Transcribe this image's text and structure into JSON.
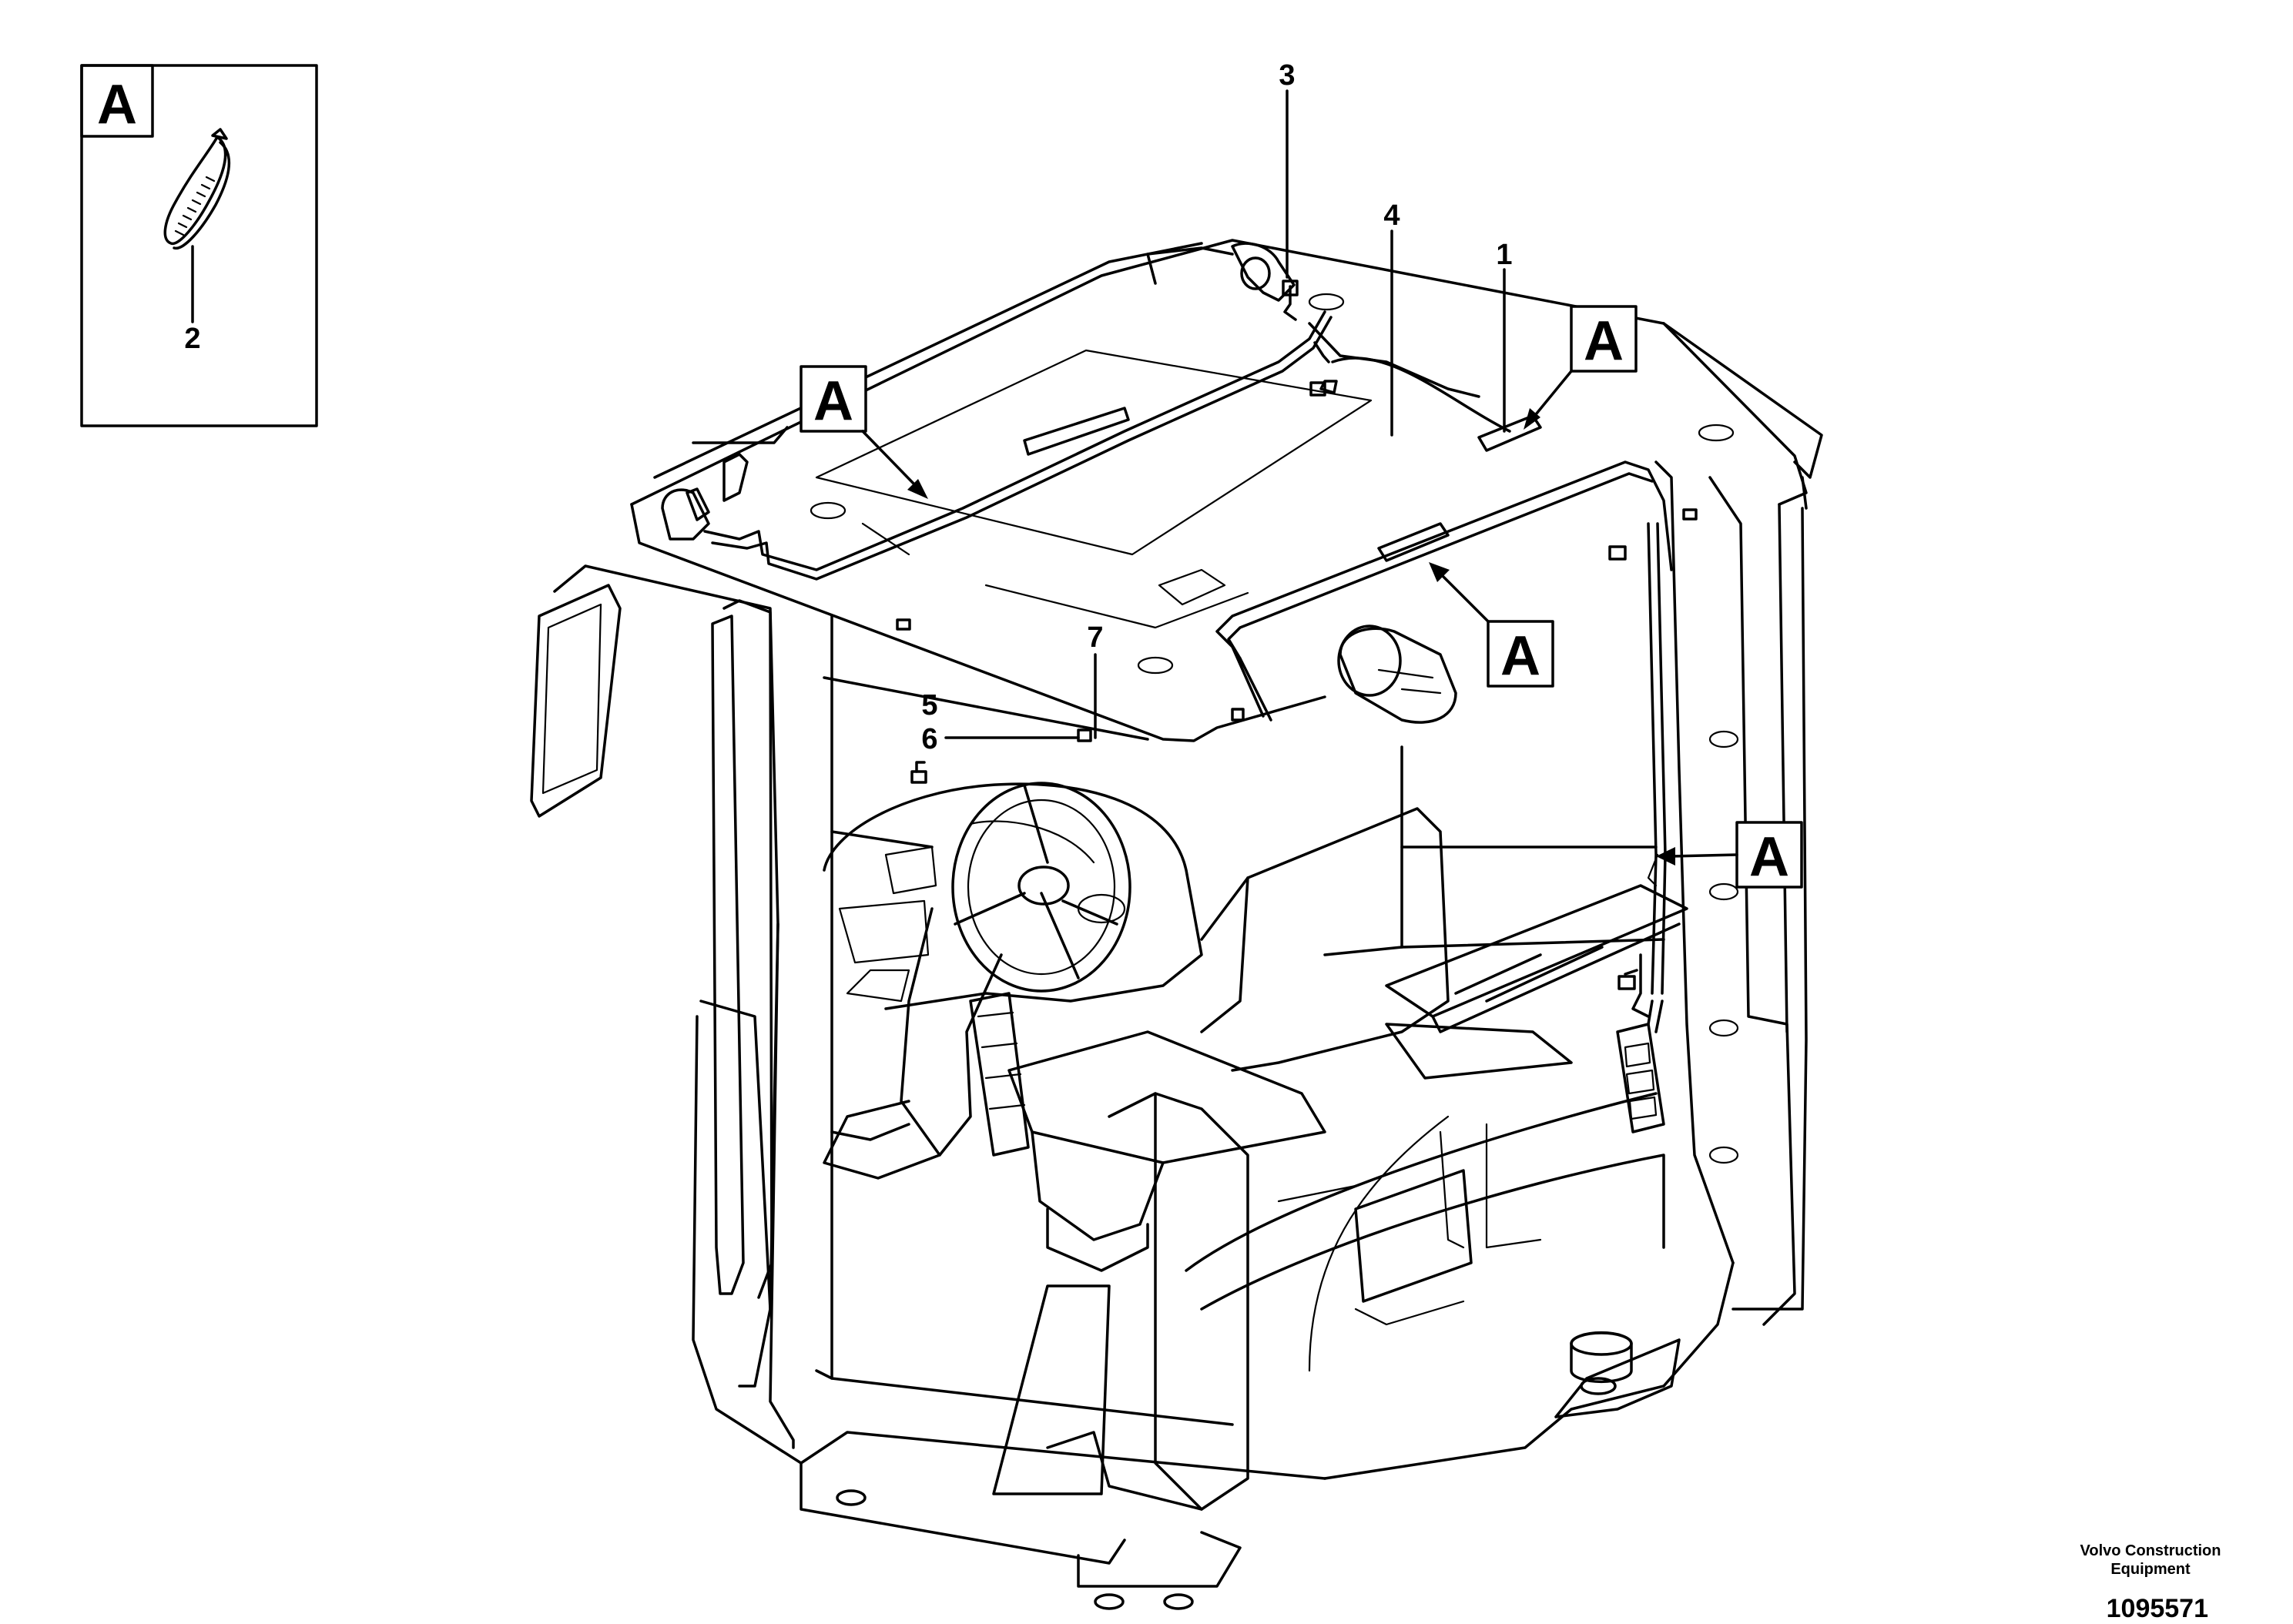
{
  "detail_box": {
    "letter": "A",
    "item": "2"
  },
  "callouts": {
    "c1": "1",
    "c3": "3",
    "c4": "4",
    "c5": "5",
    "c6": "6",
    "c7": "7"
  },
  "ref_boxes": {
    "a1": "A",
    "a2": "A",
    "a3": "A",
    "a4": "A"
  },
  "footer": {
    "maker_line1": "Volvo Construction",
    "maker_line2": "Equipment",
    "drawing_no": "1095571"
  }
}
